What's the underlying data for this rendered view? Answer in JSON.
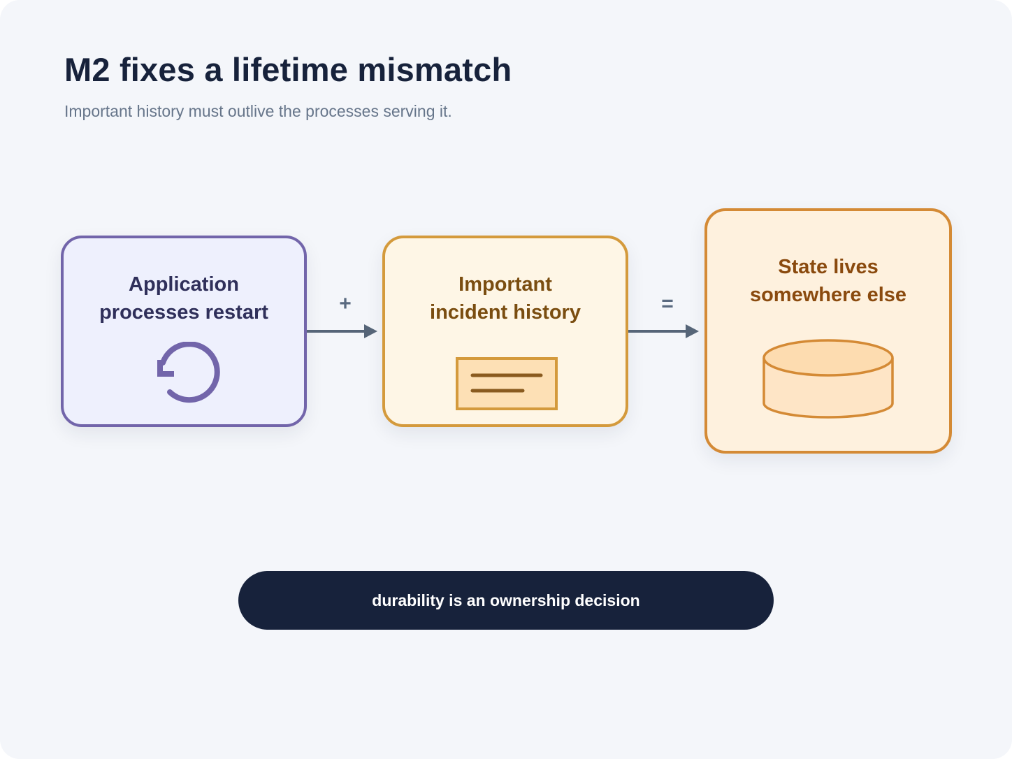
{
  "title": "M2 fixes a lifetime mismatch",
  "subtitle": "Important history must outlive the processes serving it.",
  "cards": [
    {
      "lines": [
        "Application",
        "processes restart"
      ],
      "icon": "restart-icon",
      "border": "#7265aa",
      "fill": "#eef0fd"
    },
    {
      "lines": [
        "Important",
        "incident history"
      ],
      "icon": "document-icon",
      "border": "#d49a3c",
      "fill": "#fef6e6"
    },
    {
      "lines": [
        "State lives",
        "somewhere else"
      ],
      "icon": "database-icon",
      "border": "#d48a35",
      "fill": "#fef1de"
    }
  ],
  "operators": [
    "+",
    "="
  ],
  "footer": "durability is an ownership decision",
  "colors": {
    "background": "#f4f6fa",
    "title": "#17223b",
    "subtitle": "#66758a",
    "arrow": "#566578",
    "pill": "#17223b",
    "pill_text": "#ffffff"
  }
}
